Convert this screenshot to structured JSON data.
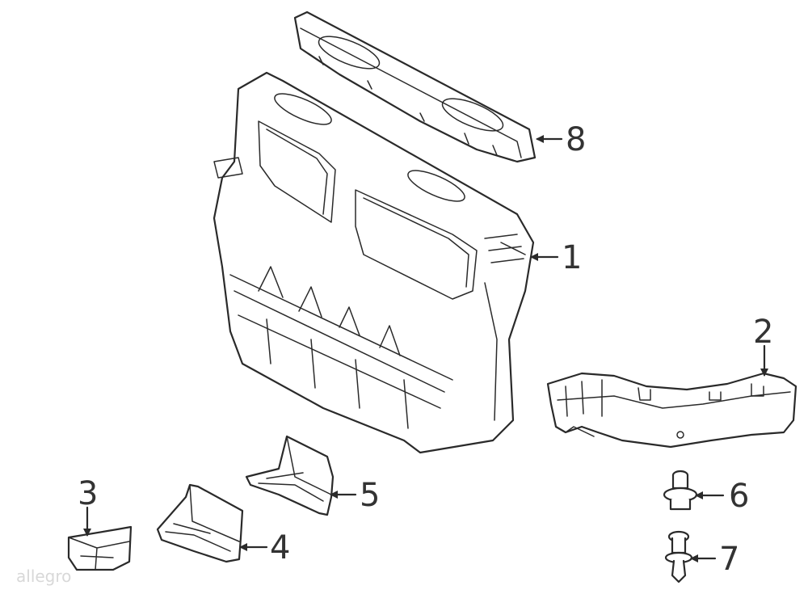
{
  "callouts": [
    {
      "id": "1",
      "text": "1"
    },
    {
      "id": "2",
      "text": "2"
    },
    {
      "id": "3",
      "text": "3"
    },
    {
      "id": "4",
      "text": "4"
    },
    {
      "id": "5",
      "text": "5"
    },
    {
      "id": "6",
      "text": "6"
    },
    {
      "id": "7",
      "text": "7"
    },
    {
      "id": "8",
      "text": "8"
    }
  ],
  "highlight_color": "#f0a04a",
  "line_color": "#2a2a2a",
  "watermark": "allegro"
}
